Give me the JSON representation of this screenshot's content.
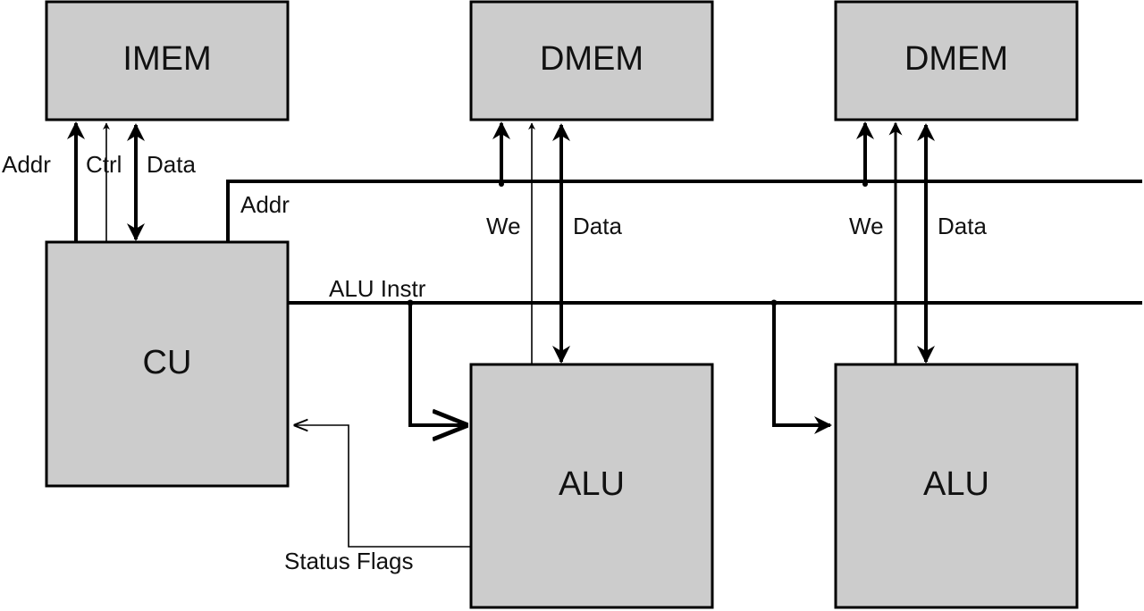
{
  "title": "CPU block diagram with control unit, memories and ALUs",
  "blocks": {
    "imem": "IMEM",
    "dmem1": "DMEM",
    "dmem2": "DMEM",
    "cu": "CU",
    "alu1": "ALU",
    "alu2": "ALU"
  },
  "signals": {
    "imem_addr": "Addr",
    "imem_ctrl": "Ctrl",
    "imem_data": "Data",
    "addr_bus": "Addr",
    "alu_instr": "ALU Instr",
    "we1": "We",
    "data1": "Data",
    "we2": "We",
    "data2": "Data",
    "status_flags": "Status Flags"
  }
}
